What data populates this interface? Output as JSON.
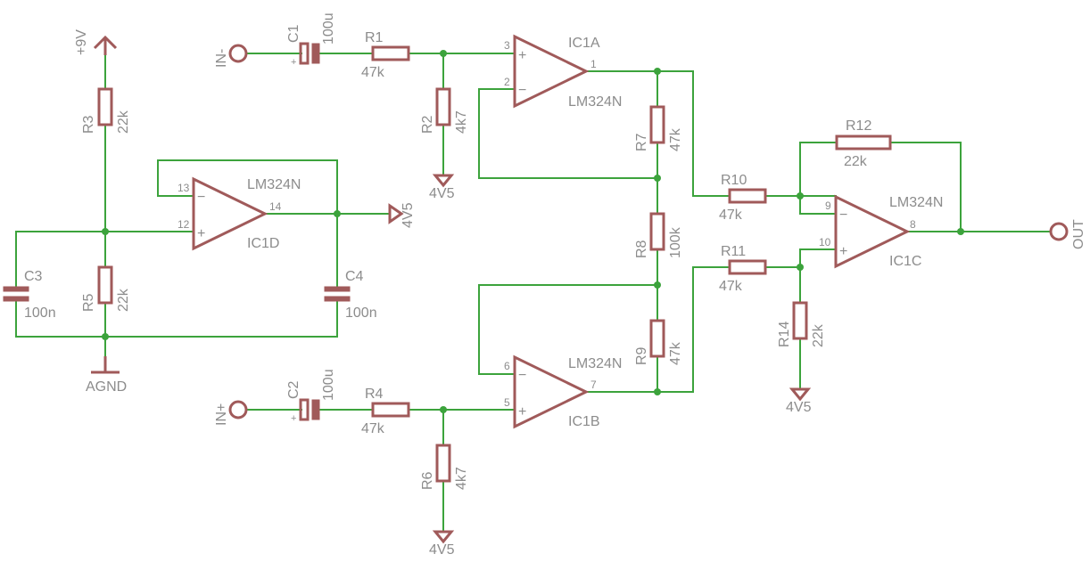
{
  "components": {
    "R1": {
      "name": "R1",
      "value": "47k"
    },
    "R2": {
      "name": "R2",
      "value": "4k7"
    },
    "R3": {
      "name": "R3",
      "value": "22k"
    },
    "R4": {
      "name": "R4",
      "value": "47k"
    },
    "R5": {
      "name": "R5",
      "value": "22k"
    },
    "R6": {
      "name": "R6",
      "value": "4k7"
    },
    "R7": {
      "name": "R7",
      "value": "47k"
    },
    "R8": {
      "name": "R8",
      "value": "100k"
    },
    "R9": {
      "name": "R9",
      "value": "47k"
    },
    "R10": {
      "name": "R10",
      "value": "47k"
    },
    "R11": {
      "name": "R11",
      "value": "47k"
    },
    "R12": {
      "name": "R12",
      "value": "22k"
    },
    "R14": {
      "name": "R14",
      "value": "22k"
    },
    "C1": {
      "name": "C1",
      "value": "100u",
      "polarity": "+"
    },
    "C2": {
      "name": "C2",
      "value": "100u",
      "polarity": "+"
    },
    "C3": {
      "name": "C3",
      "value": "100n"
    },
    "C4": {
      "name": "C4",
      "value": "100n"
    },
    "IC1A": {
      "name": "IC1A",
      "part": "LM324N",
      "pin_out": "1",
      "pin_minus": "2",
      "pin_plus": "3"
    },
    "IC1B": {
      "name": "IC1B",
      "part": "LM324N",
      "pin_out": "7",
      "pin_minus": "6",
      "pin_plus": "5"
    },
    "IC1C": {
      "name": "IC1C",
      "part": "LM324N",
      "pin_out": "8",
      "pin_minus": "9",
      "pin_plus": "10"
    },
    "IC1D": {
      "name": "IC1D",
      "part": "LM324N",
      "pin_out": "14",
      "pin_minus": "13",
      "pin_plus": "12"
    }
  },
  "nets": {
    "vcc": "+9V",
    "agnd": "AGND",
    "vref": "4V5",
    "in_minus": "IN-",
    "in_plus": "IN+",
    "out": "OUT",
    "minus_sign": "−",
    "plus_sign": "+"
  },
  "colors": {
    "wire": "#3ca33c",
    "symbol": "#a05a5a",
    "text": "#8c8c8c"
  }
}
